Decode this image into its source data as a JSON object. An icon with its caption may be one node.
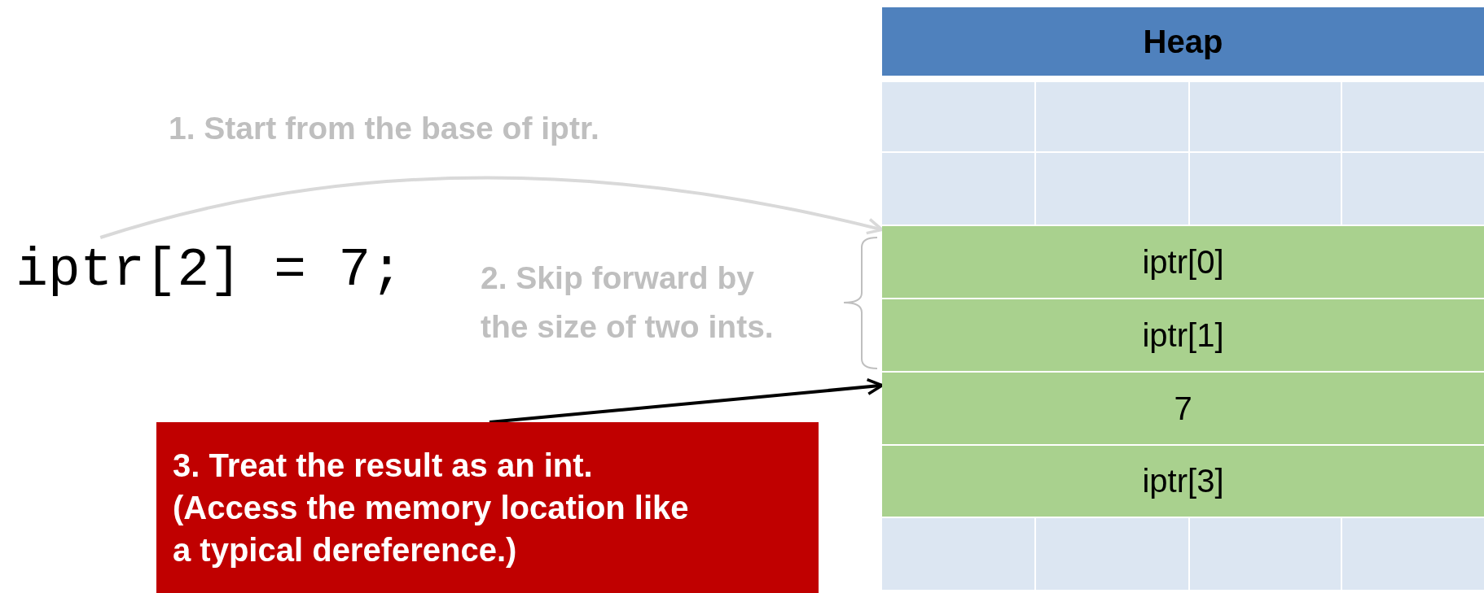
{
  "diagram": {
    "nodes": [
      {
        "text": [
          "Heap"
        ]
      },
      {
        "text": [],
        "shape": "box"
      },
      {
        "text": [],
        "shape": "box"
      },
      {
        "text": [],
        "shape": "box"
      },
      {
        "text": [],
        "shape": "box"
      },
      {
        "text": [],
        "shape": "box"
      },
      {
        "text": [],
        "shape": "box"
      },
      {
        "text": [],
        "shape": "box"
      },
      {
        "text": [],
        "shape": "box"
      },
      {
        "text": [
          "iptr[2] = 7;"
        ]
      },
      {
        "text": [
          "iptr[0]"
        ]
      },
      {
        "text": [
          "iptr[1]"
        ]
      },
      {
        "text": [
          "7"
        ]
      },
      {
        "text": [
          "iptr[3]"
        ]
      },
      {
        "text": [],
        "shape": "box"
      },
      {
        "text": [],
        "shape": "box"
      },
      {
        "text": [],
        "shape": "box"
      },
      {
        "text": [],
        "shape": "box"
      },
      {
        "text": [
          "3. Treat the result as an int.",
          "(Access the memory location like a typical dereference.)"
        ]
      }
    ],
    "edges": [
      {
        "from": 9,
        "to": 10,
        "arrow": "to",
        "label": "1. Start from the base of iptr.",
        "color": "#d9d9d9"
      },
      {
        "from": 18,
        "to": 12,
        "arrow": "to",
        "color": "#000000"
      }
    ],
    "labels": [
      "2. Skip forward by the size of two ints."
    ]
  }
}
